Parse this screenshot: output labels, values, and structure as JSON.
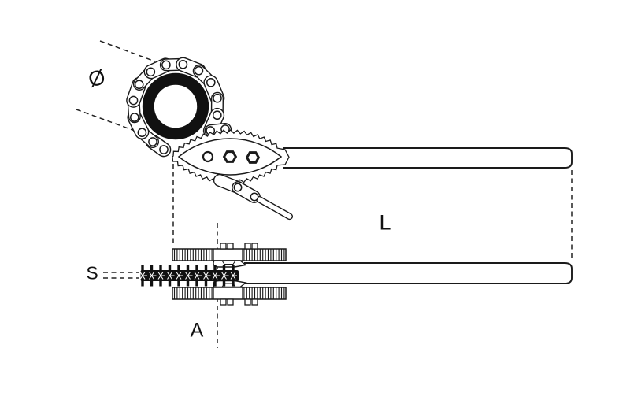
{
  "drawing": {
    "title": "chain pipe wrench technical drawing"
  },
  "labels": {
    "diameter": "Ø",
    "length": "L",
    "thickness": "S",
    "width": "A"
  },
  "colors": {
    "background": "#ffffff",
    "line": "#1a1a1a",
    "solid_fill": "#111111",
    "dash": "#222222"
  }
}
